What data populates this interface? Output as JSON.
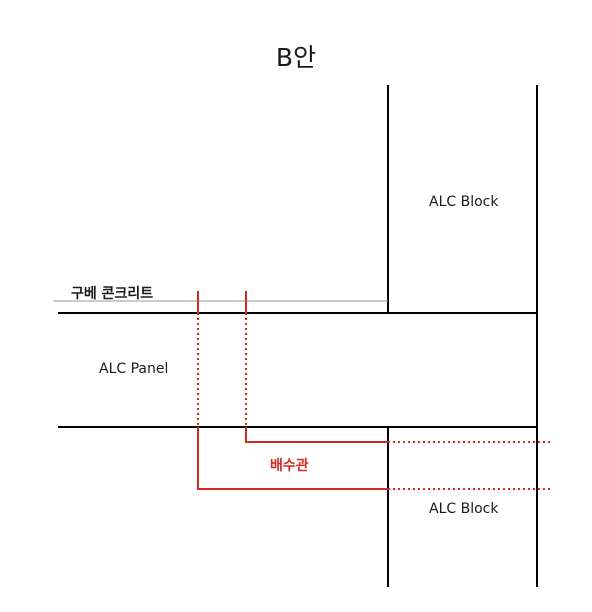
{
  "title": "B안",
  "labels": {
    "alc_block_top": "ALC Block",
    "alc_block_bottom": "ALC Block",
    "alc_panel": "ALC Panel",
    "old_concrete": "구베 콘크리트",
    "drain_pipe": "배수관"
  },
  "colors": {
    "structure_line": "#000000",
    "concrete_line": "#9a9a9a",
    "pipe": "#d22a1e",
    "text": "#1a1a1a"
  }
}
